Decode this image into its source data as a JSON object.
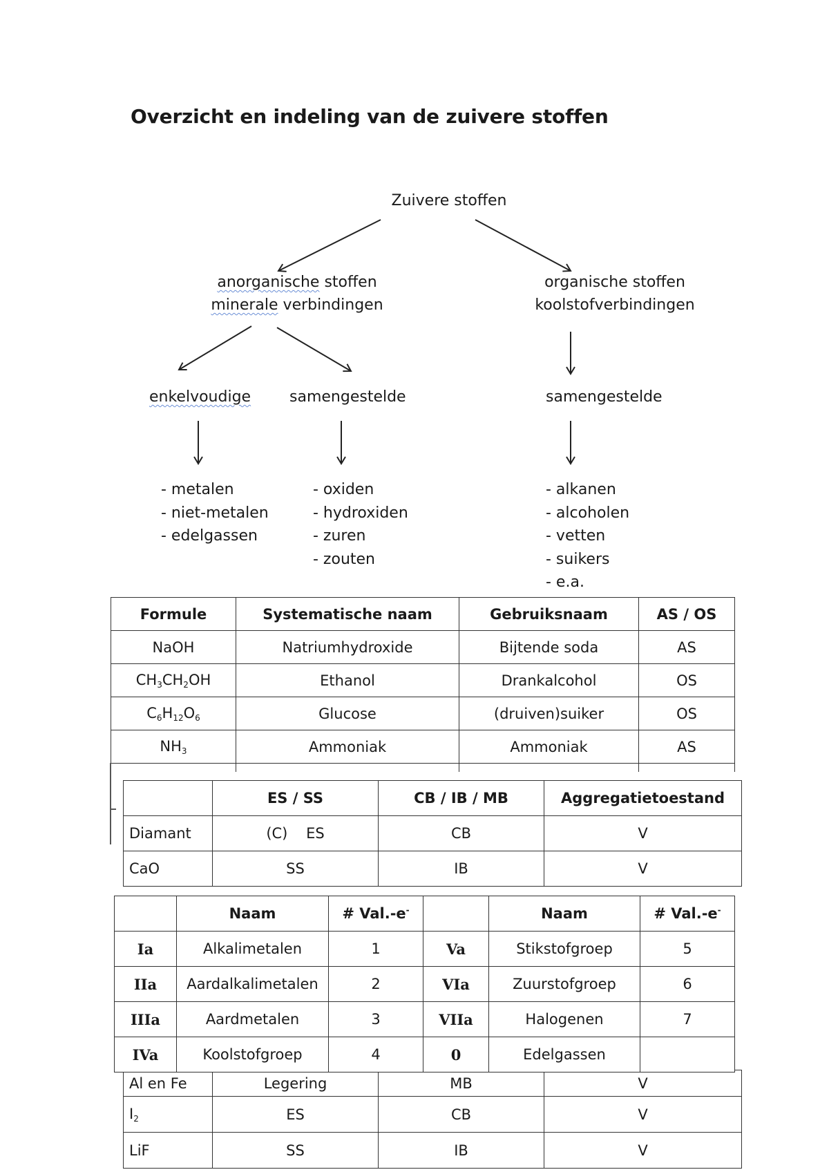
{
  "title": "Overzicht en indeling van de zuivere stoffen",
  "tree": {
    "root": "Zuivere stoffen",
    "inorganic_word1": "anorganische",
    "inorganic_word2": "stoffen",
    "inorganic_line2_word1": "minerale",
    "inorganic_line2_word2": "verbindingen",
    "organic_line1": "organische stoffen",
    "organic_line2": "koolstofverbindingen",
    "simple": "enkelvoudige",
    "compound_inorganic": "samengestelde",
    "compound_organic": "samengestelde",
    "simple_list": [
      "- metalen",
      "- niet-metalen",
      "- edelgassen"
    ],
    "compound_inorganic_list": [
      "- oxiden",
      "- hydroxiden",
      "- zuren",
      "- zouten"
    ],
    "compound_organic_list": [
      "- alkanen",
      "- alcoholen",
      "- vetten",
      "- suikers",
      "- e.a."
    ]
  },
  "table1": {
    "headers": [
      "Formule",
      "Systematische naam",
      "Gebruiksnaam",
      "AS / OS"
    ],
    "rows": [
      [
        "NaOH",
        "Natriumhydroxide",
        "Bijtende soda",
        "AS"
      ],
      [
        "CH3CH2OH",
        "Ethanol",
        "Drankalcohol",
        "OS"
      ],
      [
        "C6H12O6",
        "Glucose",
        "(druiven)suiker",
        "OS"
      ],
      [
        "NH3",
        "Ammoniak",
        "Ammoniak",
        "AS"
      ]
    ]
  },
  "table2": {
    "headers": [
      "",
      "ES / SS",
      "CB / IB / MB",
      "Aggregatietoestand"
    ],
    "rows": [
      [
        "Diamant",
        "(C)    ES",
        "CB",
        "V"
      ],
      [
        "CaO",
        "SS",
        "IB",
        "V"
      ]
    ],
    "bottom_rows": [
      [
        "Al en Fe",
        "Legering",
        "MB",
        "V"
      ],
      [
        "I2",
        "ES",
        "CB",
        "V"
      ],
      [
        "LiF",
        "SS",
        "IB",
        "V"
      ]
    ]
  },
  "table3": {
    "headers": [
      "",
      "Naam",
      "# Val.-e-",
      "",
      "Naam",
      "# Val.-e-"
    ],
    "rows": [
      [
        "Ia",
        "Alkalimetalen",
        "1",
        "Va",
        "Stikstofgroep",
        "5"
      ],
      [
        "IIa",
        "Aardalkalimetalen",
        "2",
        "VIa",
        "Zuurstofgroep",
        "6"
      ],
      [
        "IIIa",
        "Aardmetalen",
        "3",
        "VIIa",
        "Halogenen",
        "7"
      ],
      [
        "IVa",
        "Koolstofgroep",
        "4",
        "0",
        "Edelgassen",
        ""
      ]
    ]
  }
}
